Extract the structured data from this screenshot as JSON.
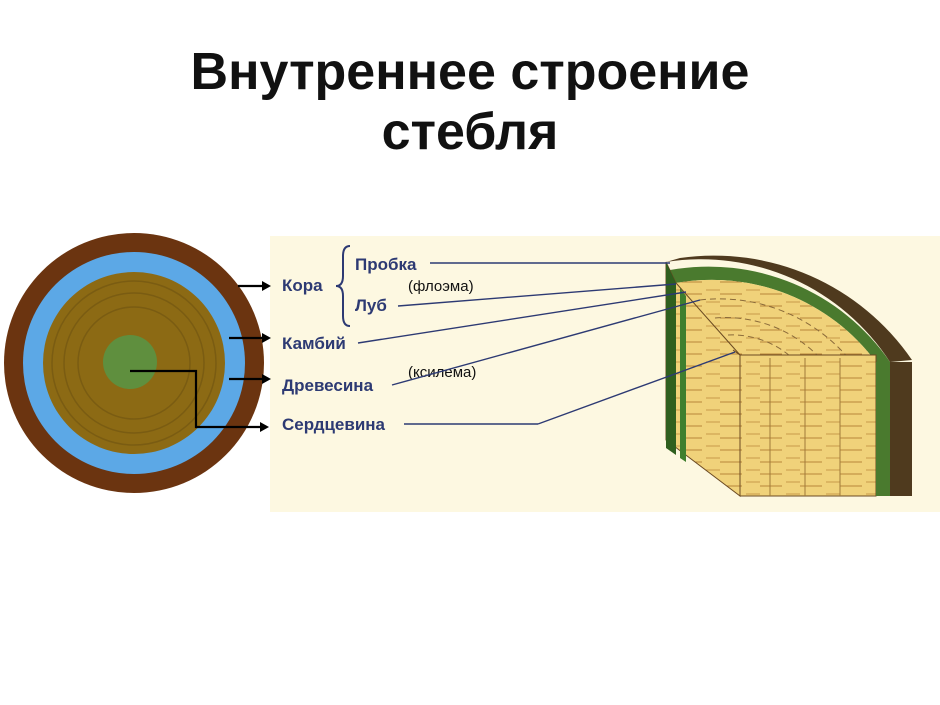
{
  "title": {
    "line1": "Внутреннее строение",
    "line2": "стебля"
  },
  "labels": {
    "kora": "Кора",
    "probka": "Пробка",
    "lub": "Луб",
    "kambiy": "Камбий",
    "drevesina": "Древесина",
    "serdcevina": "Сердцевина"
  },
  "notes": {
    "floema": "(флоэма)",
    "ksilema": "(ксилема)"
  },
  "colors": {
    "bark": "#6b3410",
    "phloem": "#5ca8e6",
    "wood": "#8c6a14",
    "pith": "#5f8f3e",
    "panel": "#fdf8e1",
    "label": "#2d3a73"
  }
}
